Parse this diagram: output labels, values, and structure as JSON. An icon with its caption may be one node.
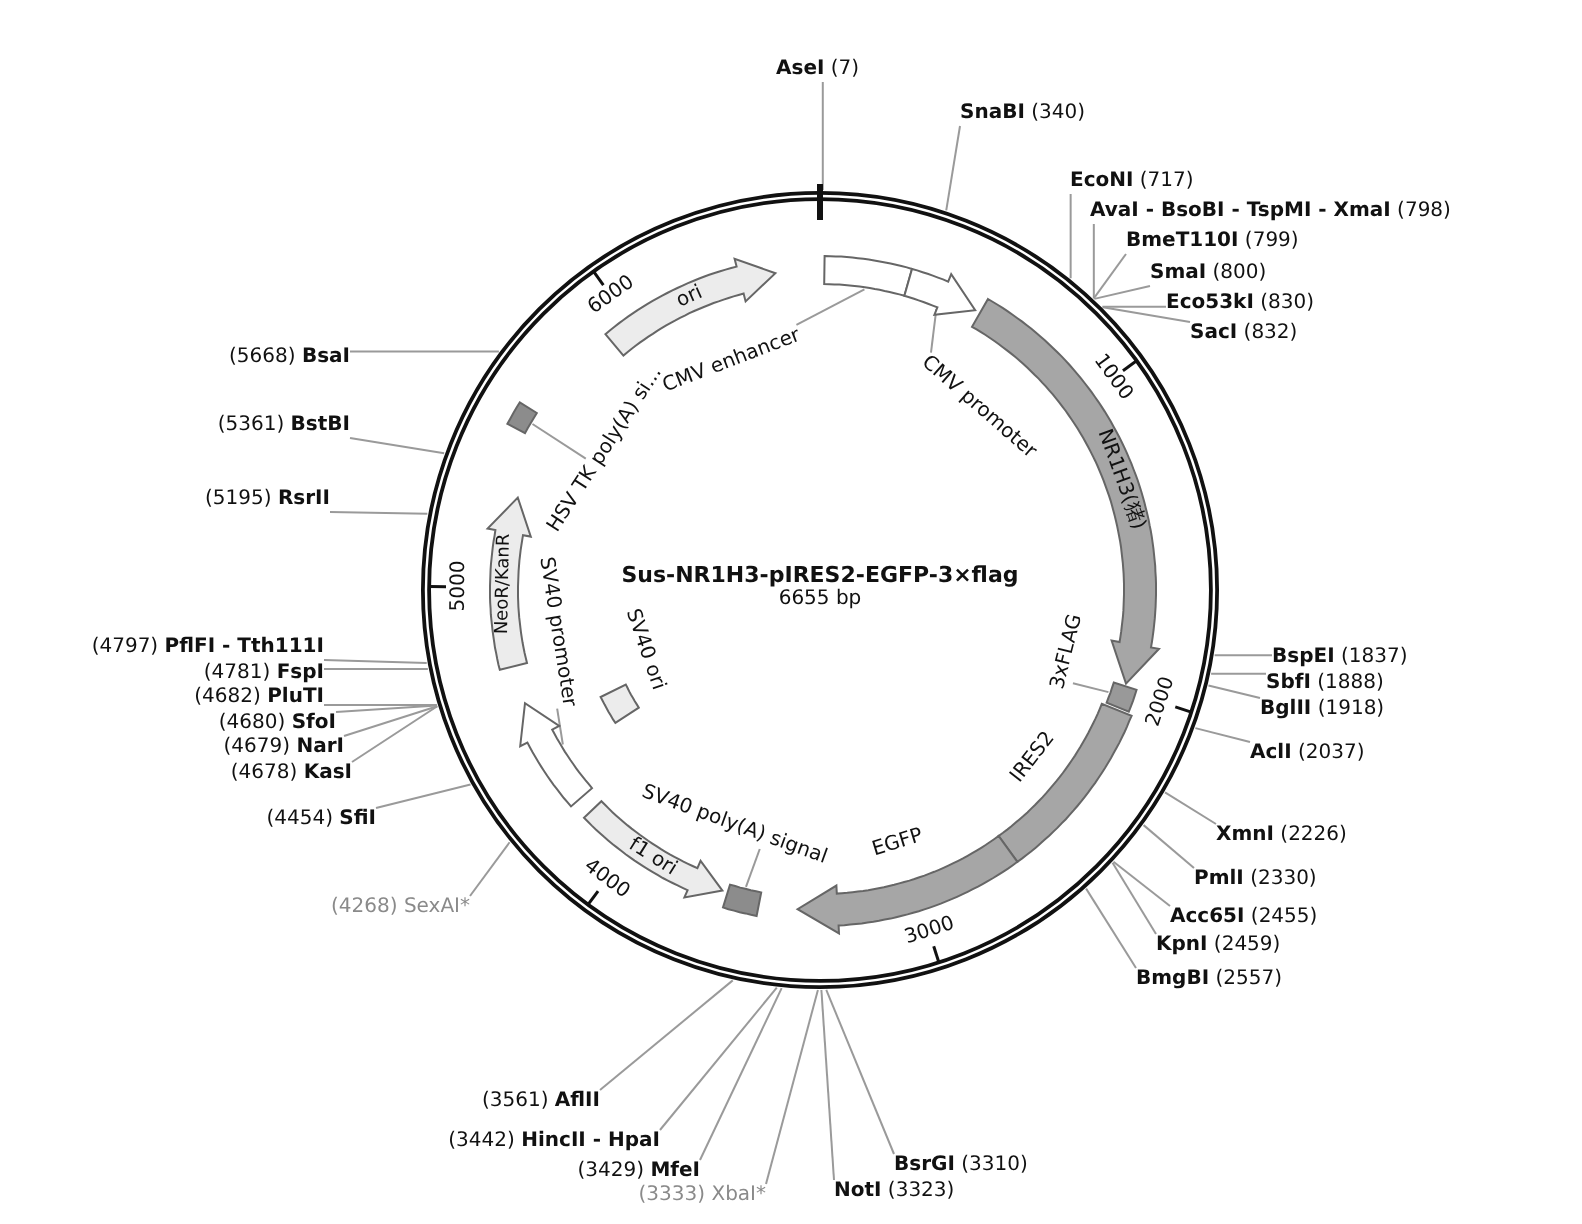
{
  "diagram": {
    "title": "Sus-NR1H3-pIRES2-EGFP-3×flag",
    "nodes": [
      {
        "text": [
          "**AseI** (7)"
        ]
      },
      {
        "text": [
          "**SnaBI** (340)"
        ]
      },
      {
        "text": [
          "**EcoNI** (717)"
        ]
      },
      {
        "text": [
          "**AvaI - BsoBI - TspMI - XmaI** (798)"
        ]
      },
      {
        "text": [
          "**BmeT110I** (799)"
        ]
      },
      {
        "text": [
          "**SmaI** (800)"
        ]
      },
      {
        "text": [
          "**Eco53kI** (830)"
        ]
      },
      {
        "text": [
          "**SacI** (832)"
        ]
      },
      {
        "text": [
          "**BspEI** (1837)"
        ]
      },
      {
        "text": [
          "**SbfI** (1888)"
        ]
      },
      {
        "text": [
          "**BglII** (1918)"
        ]
      },
      {
        "text": [
          "**AclI** (2037)"
        ]
      },
      {
        "text": [
          "**XmnI** (2226)"
        ]
      },
      {
        "text": [
          "**PmlI** (2330)"
        ]
      },
      {
        "text": [
          "**Acc65I** (2455)"
        ]
      },
      {
        "text": [
          "**KpnI** (2459)"
        ]
      },
      {
        "text": [
          "**BmgBI** (2557)"
        ]
      },
      {
        "text": [
          "**BsrGI** (3310)"
        ]
      },
      {
        "text": [
          "**NotI** (3323)"
        ]
      },
      {
        "text": [
          "(3333) XbaI*"
        ]
      },
      {
        "text": [
          "(3429) **MfeI**"
        ]
      },
      {
        "text": [
          "(3442) **HincII - HpaI**"
        ]
      },
      {
        "text": [
          "(3561) **AflII**"
        ]
      },
      {
        "text": [
          "(4268) SexAI*"
        ]
      },
      {
        "text": [
          "(4454) **SfiI**"
        ]
      },
      {
        "text": [
          "(4678) **KasI**"
        ]
      },
      {
        "text": [
          "(4679) **NarI**"
        ]
      },
      {
        "text": [
          "(4680) **SfoI**"
        ]
      },
      {
        "text": [
          "(4682) **PluTI**"
        ]
      },
      {
        "text": [
          "(4781) **FspI**"
        ]
      },
      {
        "text": [
          "(4797) **PflFI - Tth111I**"
        ]
      },
      {
        "text": [
          "(5195) **RsrII**"
        ]
      },
      {
        "text": [
          "(5361) **BstBI**"
        ]
      },
      {
        "text": [
          "(5668) **BsaI**"
        ]
      },
      {
        "text": [
          "ori"
        ]
      },
      {
        "text": [],
        "shape": "arrow"
      },
      {
        "text": [
          "CMV enhancer"
        ]
      },
      {
        "text": [],
        "shape": "arrow"
      },
      {
        "text": [
          "CMV promoter"
        ]
      },
      {
        "text": [
          "NR1H3(猪)"
        ]
      },
      {
        "text": [],
        "shape": "box"
      },
      {
        "text": [
          "3xFLAG"
        ]
      },
      {
        "text": [
          "IRES2"
        ]
      },
      {
        "text": [
          "EGFP"
        ]
      },
      {
        "text": [],
        "shape": "box"
      },
      {
        "text": [
          "SV40 poly(A) signal"
        ]
      },
      {
        "text": [
          "f1 ori"
        ]
      },
      {
        "text": [],
        "shape": "arrow"
      },
      {
        "text": [
          "SV40 promoter"
        ]
      },
      {
        "text": [
          "SV40 ori"
        ]
      },
      {
        "text": [
          "NeoR/KanR"
        ]
      },
      {
        "text": [],
        "shape": "box"
      },
      {
        "text": [
          "HSV TK poly(A) si..."
        ]
      }
    ],
    "edges": [
      {
        "from": 0,
        "to": null,
        "arrow": "none"
      },
      {
        "from": 1,
        "to": null,
        "arrow": "none"
      },
      {
        "from": 2,
        "to": null,
        "arrow": "none"
      },
      {
        "from": 3,
        "to": null,
        "arrow": "none"
      },
      {
        "from": 4,
        "to": null,
        "arrow": "none"
      },
      {
        "from": 5,
        "to": null,
        "arrow": "none"
      },
      {
        "from": 6,
        "to": null,
        "arrow": "none"
      },
      {
        "from": 7,
        "to": null,
        "arrow": "none"
      },
      {
        "from": 8,
        "to": null,
        "arrow": "none"
      },
      {
        "from": 9,
        "to": null,
        "arrow": "none"
      },
      {
        "from": 10,
        "to": null,
        "arrow": "none"
      },
      {
        "from": 11,
        "to": null,
        "arrow": "none"
      },
      {
        "from": 12,
        "to": null,
        "arrow": "none"
      },
      {
        "from": 13,
        "to": null,
        "arrow": "none"
      },
      {
        "from": 14,
        "to": null,
        "arrow": "none"
      },
      {
        "from": 15,
        "to": null,
        "arrow": "none"
      },
      {
        "from": 16,
        "to": null,
        "arrow": "none"
      },
      {
        "from": 17,
        "to": null,
        "arrow": "none"
      },
      {
        "from": 18,
        "to": null,
        "arrow": "none"
      },
      {
        "from": 19,
        "to": null,
        "arrow": "none"
      },
      {
        "from": 20,
        "to": null,
        "arrow": "none"
      },
      {
        "from": 21,
        "to": null,
        "arrow": "none"
      },
      {
        "from": 22,
        "to": null,
        "arrow": "none"
      },
      {
        "from": 23,
        "to": null,
        "arrow": "none"
      },
      {
        "from": 24,
        "to": null,
        "arrow": "none"
      },
      {
        "from": 25,
        "to": null,
        "arrow": "none"
      },
      {
        "from": 26,
        "to": null,
        "arrow": "none"
      },
      {
        "from": 27,
        "to": null,
        "arrow": "none"
      },
      {
        "from": 28,
        "to": null,
        "arrow": "none"
      },
      {
        "from": 29,
        "to": null,
        "arrow": "none"
      },
      {
        "from": 30,
        "to": null,
        "arrow": "none"
      },
      {
        "from": 31,
        "to": null,
        "arrow": "none"
      },
      {
        "from": 32,
        "to": null,
        "arrow": "none"
      },
      {
        "from": 33,
        "to": null,
        "arrow": "none"
      },
      {
        "from": 36,
        "to": 35,
        "arrow": "none"
      },
      {
        "from": 38,
        "to": 37,
        "arrow": "none"
      },
      {
        "from": 41,
        "to": 40,
        "arrow": "none"
      },
      {
        "from": 45,
        "to": 44,
        "arrow": "none"
      },
      {
        "from": 48,
        "to": 47,
        "arrow": "none"
      },
      {
        "from": 52,
        "to": 51,
        "arrow": "none"
      }
    ],
    "labels": [
      "6655 bp",
      "1000",
      "2000",
      "3000",
      "4000",
      "5000",
      "6000"
    ]
  }
}
